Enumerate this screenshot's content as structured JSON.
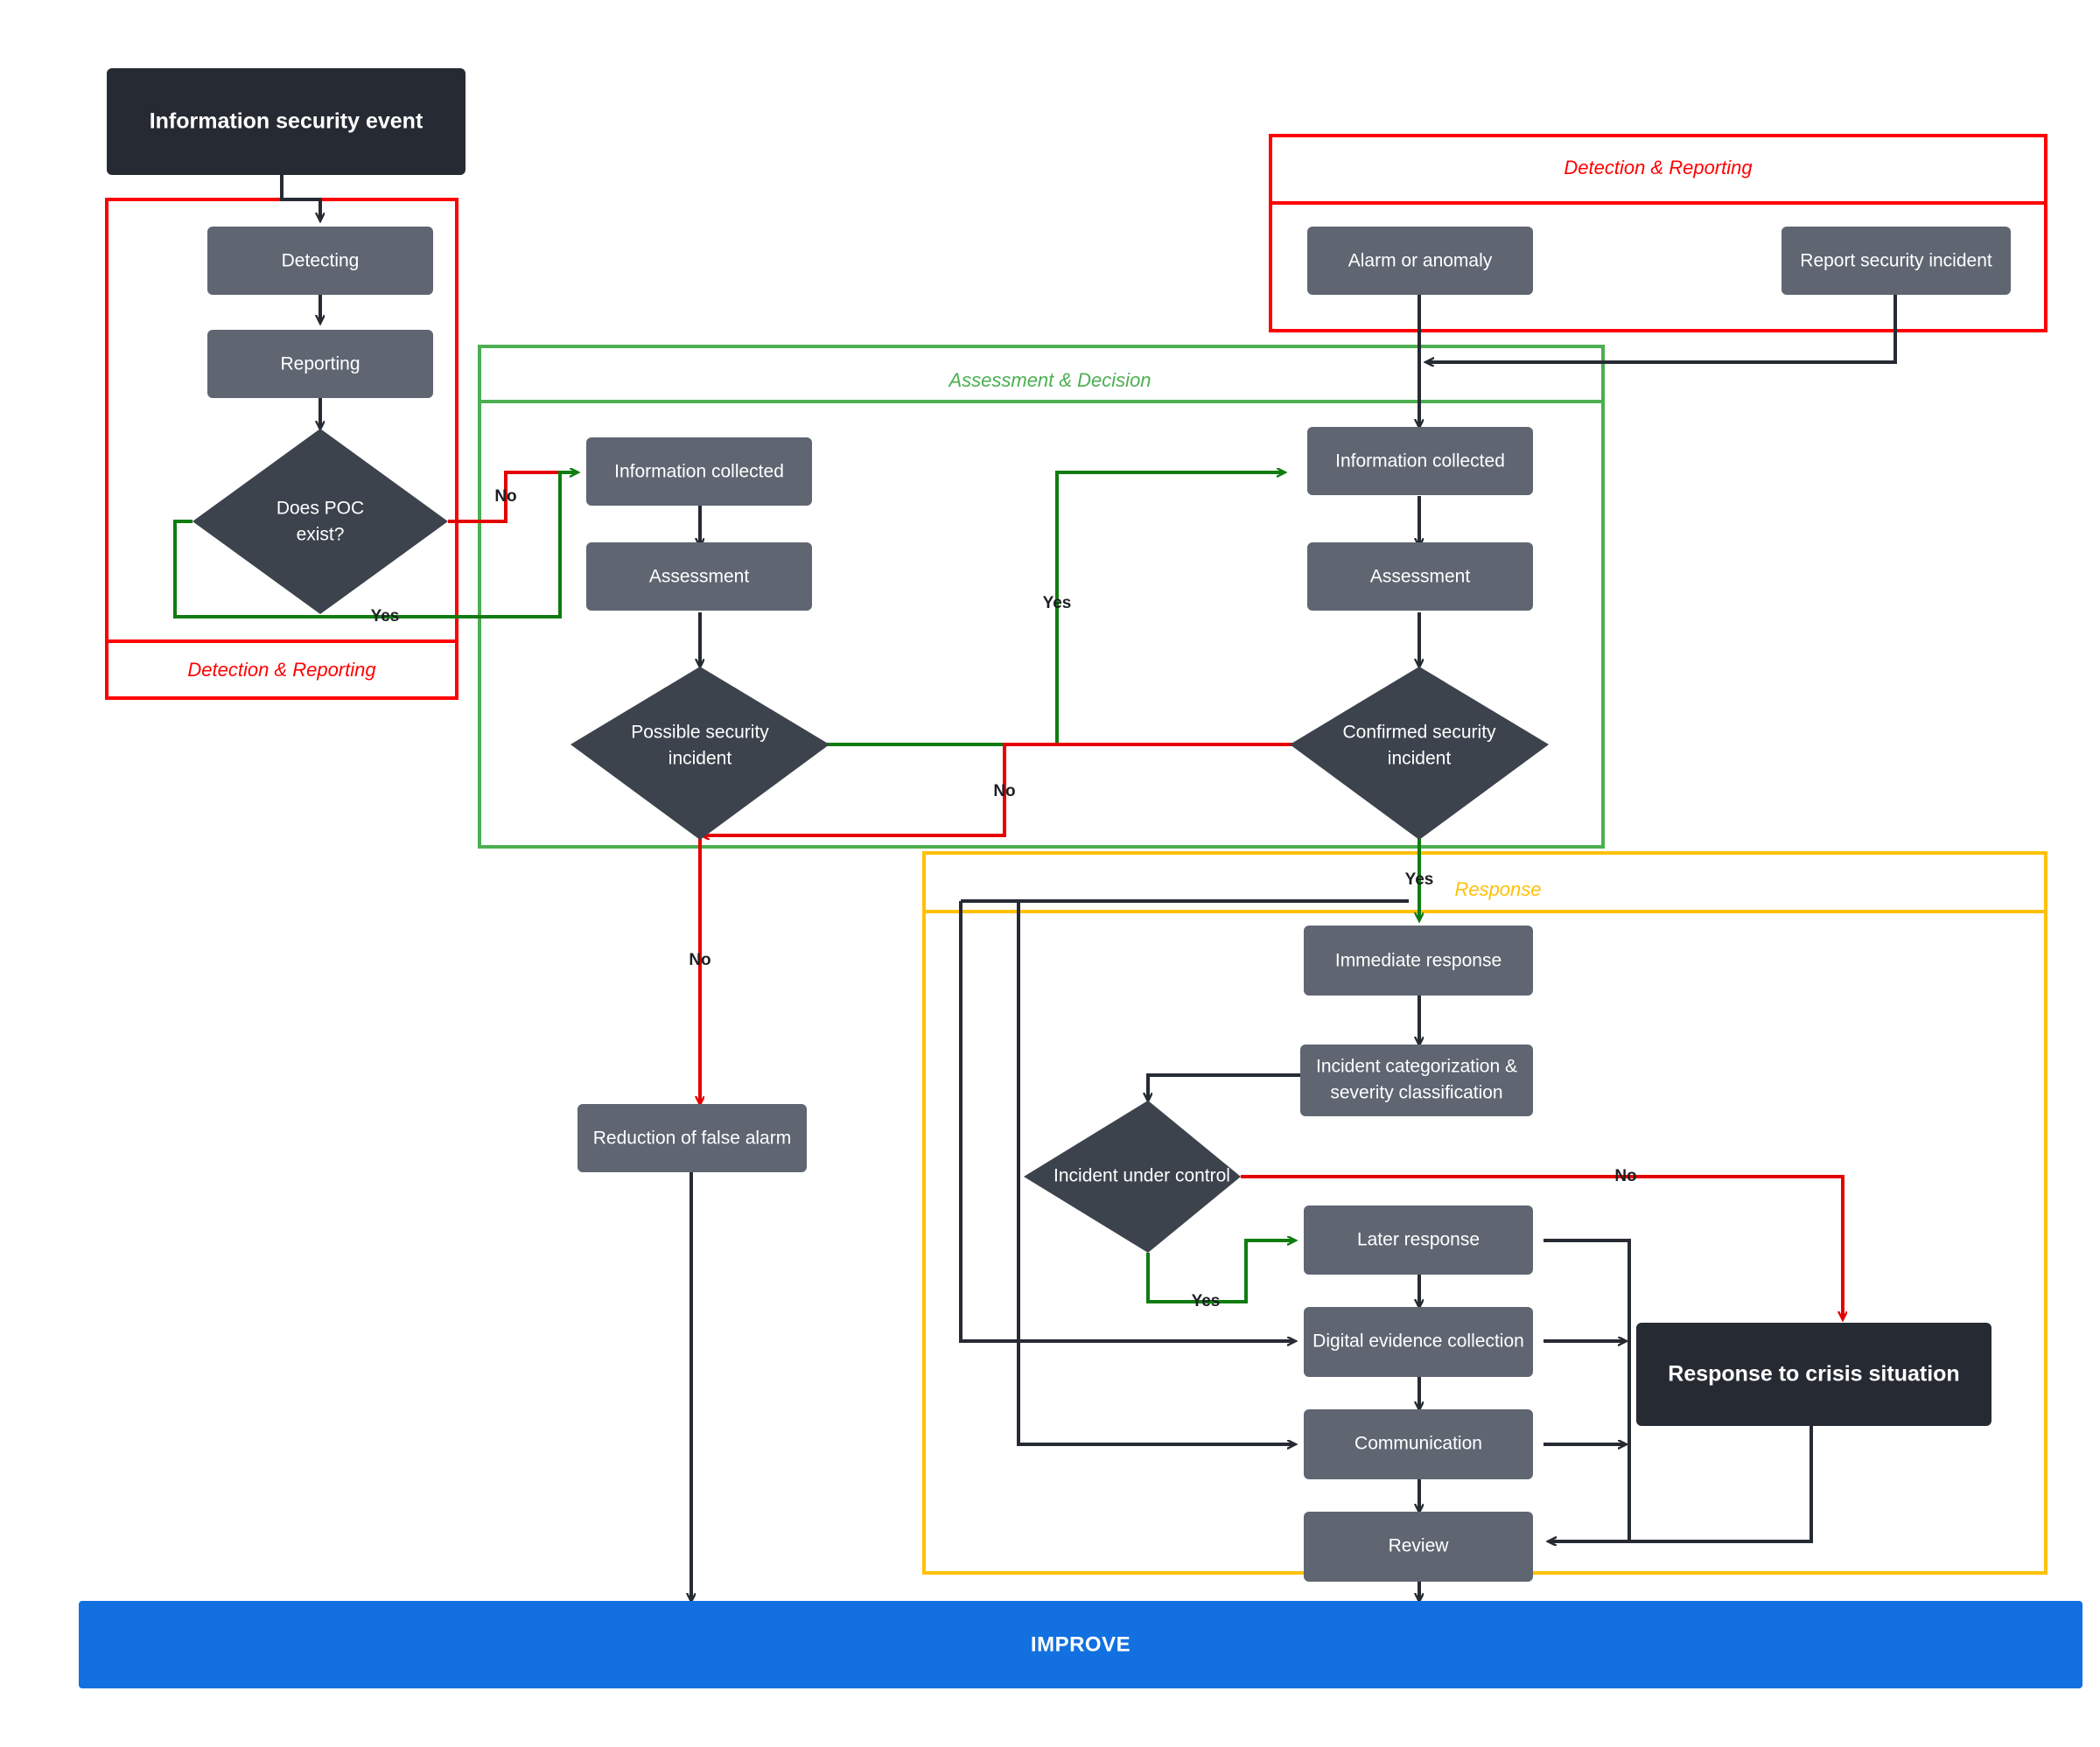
{
  "diagram": {
    "title_node": "Information security event",
    "clusters": [
      {
        "id": "detection-left",
        "label": "Detection & Reporting",
        "color": "#ff0000"
      },
      {
        "id": "detection-right",
        "label": "Detection & Reporting",
        "color": "#ff0000"
      },
      {
        "id": "assessment",
        "label": "Assessment & Decision",
        "color": "#4caf50"
      },
      {
        "id": "response",
        "label": "Response",
        "color": "#ffc107"
      }
    ],
    "nodes": {
      "start": "Information security event",
      "detecting": "Detecting",
      "reporting": "Reporting",
      "poc": [
        "Does POC",
        "exist?"
      ],
      "alarm": "Alarm or anomaly",
      "report_incident": "Report security incident",
      "info_collected_left": "Information collected",
      "assessment_left": "Assessment",
      "possible_incident": [
        "Possible security",
        "incident"
      ],
      "info_collected_right": "Information collected",
      "assessment_right": "Assessment",
      "confirmed_incident": [
        "Confirmed security",
        "incident"
      ],
      "false_alarm": "Reduction of false alarm",
      "immediate_response": "Immediate response",
      "categorization": [
        "Incident categorization &",
        "severity classification"
      ],
      "under_control": "Incident under control",
      "later_response": "Later response",
      "evidence": "Digital evidence collection",
      "communication": "Communication",
      "review": "Review",
      "crisis": "Response to crisis situation",
      "improve": "IMPROVE"
    },
    "edge_labels": {
      "poc_no": "No",
      "poc_yes": "Yes",
      "possible_no": "No",
      "possible_yes_down": "No",
      "confirmed_yes": "Yes",
      "confirmed_down": "Yes",
      "control_no": "No",
      "control_yes": "Yes"
    },
    "colors": {
      "node_fill": "#5f6672",
      "node_dark": "#262b33",
      "diamond": "#3c434d",
      "improve_bar": "#1270e0",
      "red": "#e60000",
      "green": "#107c10",
      "black": "#262b33"
    }
  }
}
